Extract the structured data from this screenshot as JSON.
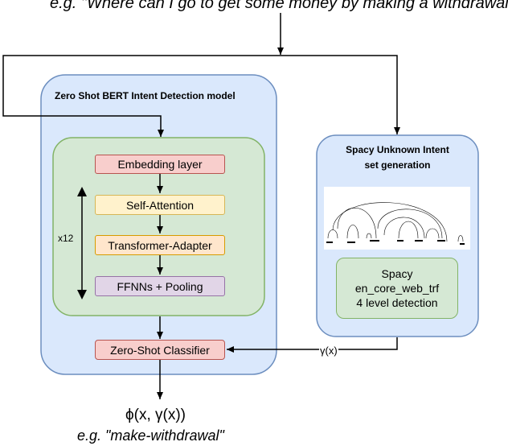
{
  "top_example": "e.g. \"Where can I go to get some money by making a withdrawal?\"",
  "main_model": {
    "title": "Zero Shot BERT Intent Detection model",
    "layers": [
      {
        "label": "Embedding layer",
        "fill": "#f8cecc",
        "stroke": "#b85450"
      },
      {
        "label": "Self-Attention",
        "fill": "#fff2cc",
        "stroke": "#d6b656"
      },
      {
        "label": "Transformer-Adapter",
        "fill": "#ffe6cc",
        "stroke": "#d79b00"
      },
      {
        "label": "FFNNs + Pooling",
        "fill": "#e1d5e7",
        "stroke": "#9673a6"
      }
    ],
    "repeat_label": "x12",
    "classifier_label": "Zero-Shot Classifier"
  },
  "spacy_panel": {
    "title_line1": "Spacy Unknown Intent",
    "title_line2": "set generation",
    "box_line1": "Spacy",
    "box_line2": "en_core_web_trf",
    "box_line3": "4 level detection"
  },
  "gamma_label": "γ(x)",
  "output_formula": "ϕ(x, γ(x))",
  "output_example": "e.g. \"make-withdrawal\"",
  "colors": {
    "outer_fill": "#dae8fc",
    "outer_stroke": "#6c8ebf",
    "inner_fill": "#d5e8d4",
    "inner_stroke": "#82b366"
  }
}
